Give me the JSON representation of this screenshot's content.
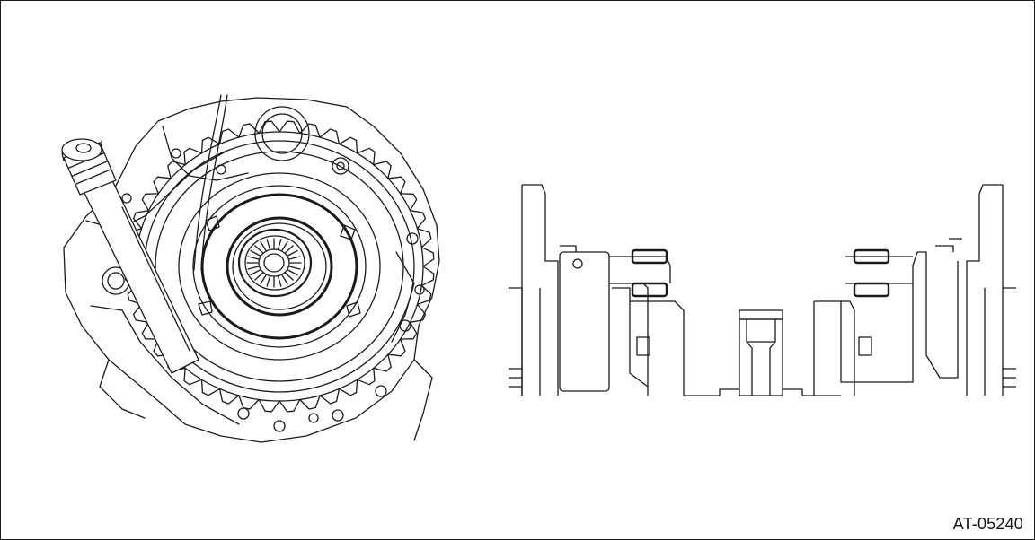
{
  "figure": {
    "code": "AT-05240",
    "line_color": "#1a1a1a",
    "left_view": "gear-housing-assembly-illustration",
    "right_view": "gear-cross-section-illustration"
  }
}
